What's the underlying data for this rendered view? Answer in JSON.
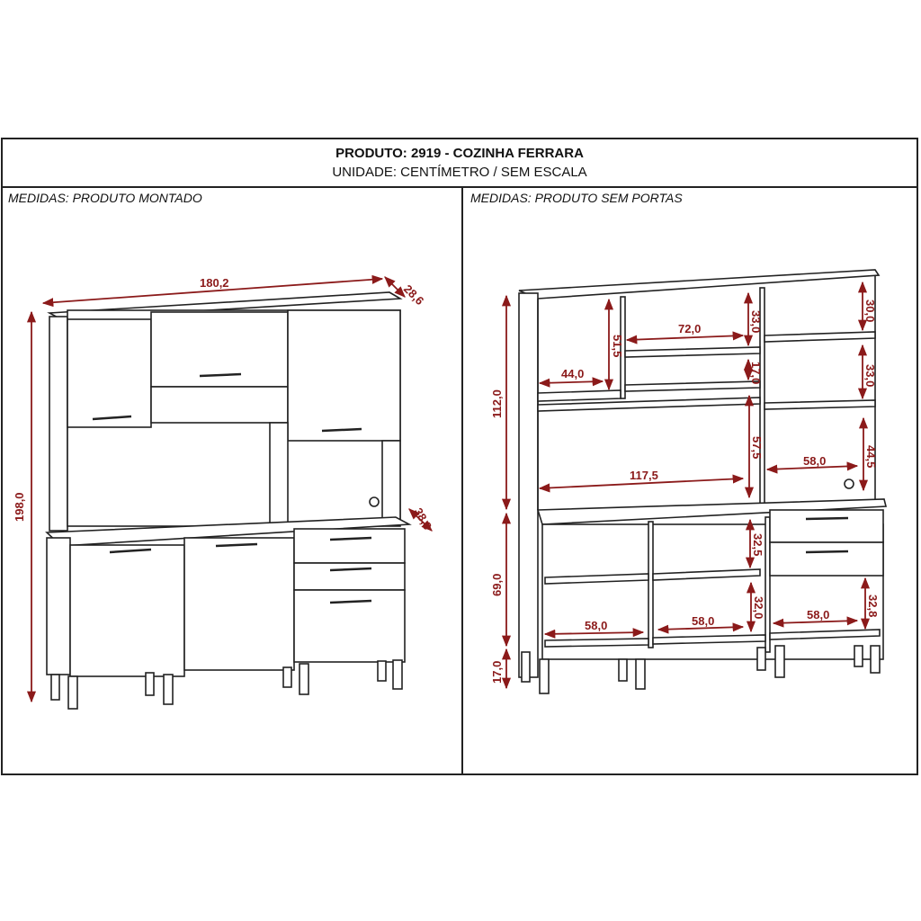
{
  "header": {
    "title": "PRODUTO: 2919 - COZINHA FERRARA",
    "subtitle": "UNIDADE: CENTÍMETRO / SEM ESCALA"
  },
  "left_panel": {
    "label": "MEDIDAS: PRODUTO MONTADO",
    "dimensions": {
      "width": "180,2",
      "top_depth": "28,6",
      "height": "198,0",
      "base_depth": "38,8"
    }
  },
  "right_panel": {
    "label": "MEDIDAS: PRODUTO SEM PORTAS",
    "dimensions": {
      "hutch_height": "112,0",
      "base_height": "69,0",
      "leg_height": "17,0",
      "upper_left_width": "44,0",
      "upper_left_height": "51,5",
      "upper_mid_width": "72,0",
      "upper_mid_height": "33,0",
      "mid_niche_height": "17,0",
      "right_top_height": "30,0",
      "right_mid_height": "33,0",
      "right_low_height": "44,5",
      "right_low_width": "58,0",
      "open_width": "117,5",
      "open_height": "57,5",
      "base_shelf_top_height": "32,5",
      "base_shelf_bottom_height": "32,0",
      "base_right_height": "32,8",
      "base_left_width": "58,0",
      "base_mid_width": "58,0",
      "base_right_width": "58,0"
    }
  },
  "colors": {
    "dimension": "#8b1a1a",
    "line": "#222222"
  }
}
